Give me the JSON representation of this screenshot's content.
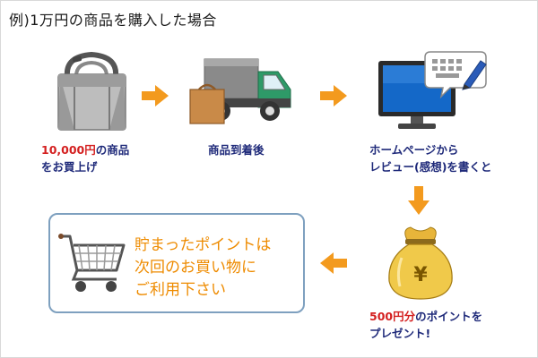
{
  "title": "例)1万円の商品を購入した場合",
  "steps": {
    "purchase": {
      "amount": "10,000円",
      "rest_line1": "の商品",
      "line2": "をお買上げ"
    },
    "arrival": {
      "line1": "商品到着後"
    },
    "review": {
      "line1": "ホームページから",
      "line2": "レビュー(感想)を書くと"
    },
    "point": {
      "amount": "500円分",
      "rest_line1": "のポイントを",
      "line2": "プレゼント!"
    }
  },
  "reward": {
    "line1": "貯まったポイントは",
    "line2": "次回のお買い物に",
    "line3": "ご利用下さい"
  },
  "icons": [
    "bag-icon",
    "delivery-truck-icon",
    "monitor-review-icon",
    "money-bag-yen-icon",
    "shopping-cart-icon"
  ],
  "money_symbol": "¥",
  "colors": {
    "arrow": "#f39a1e",
    "text_blue": "#1f2a7a",
    "text_red": "#d42020",
    "reward_orange": "#ee8b00",
    "box_border": "#7ea0bf"
  }
}
